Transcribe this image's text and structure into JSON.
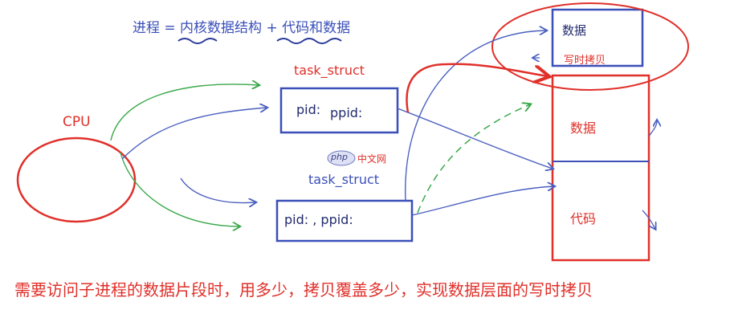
{
  "header": {
    "formula": "进程 = 内核数据结构 + 代码和数据"
  },
  "cpu": {
    "label": "CPU"
  },
  "parent_task": {
    "title": "task_struct",
    "pid_label": "pid:",
    "ppid_label": "ppid:"
  },
  "child_task": {
    "title": "task_struct",
    "fields": "pid: , ppid:"
  },
  "top_memory": {
    "data_label": "数据",
    "note": "写时拷贝"
  },
  "main_memory": {
    "data_label": "数据",
    "code_label": "代码"
  },
  "watermark": {
    "brand": "php",
    "site": "中文网"
  },
  "caption": "需要访问子进程的数据片段时，用多少，拷贝覆盖多少，实现数据层面的写时拷贝",
  "colors": {
    "blue": "#3a4fb8",
    "red": "#e0302a",
    "green": "#3aa84a"
  }
}
